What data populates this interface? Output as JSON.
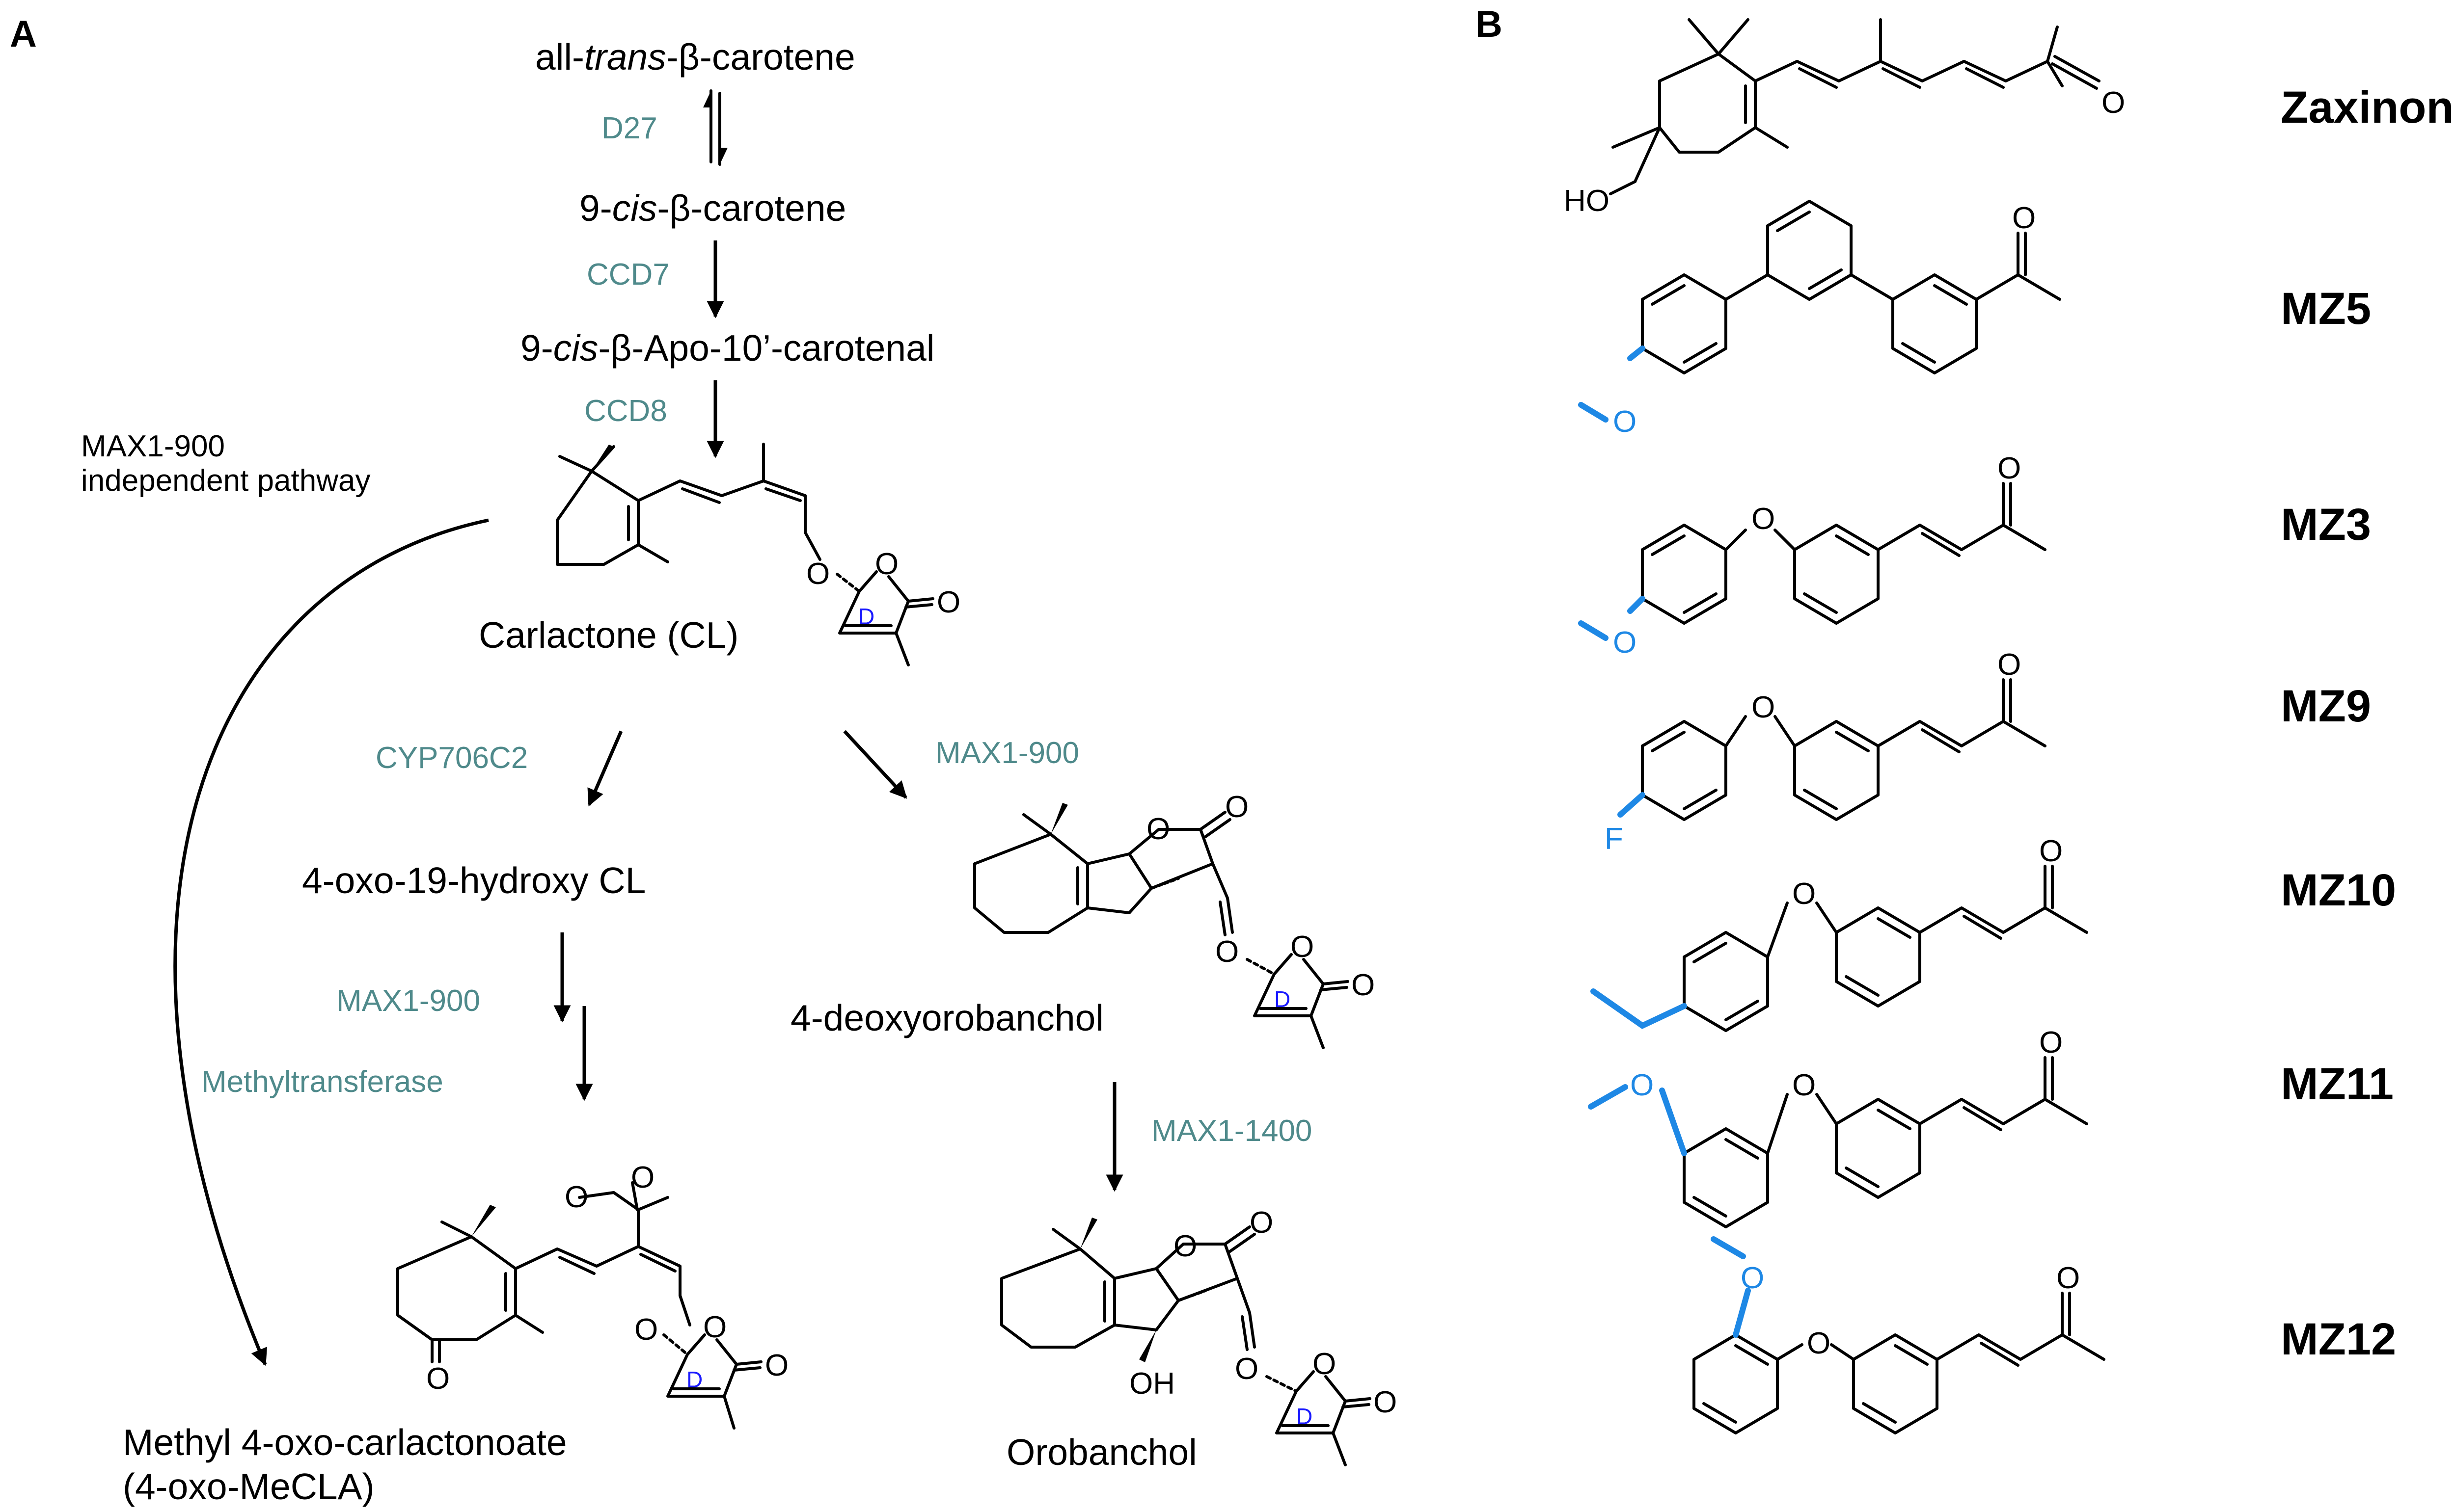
{
  "panels": {
    "a": "A",
    "b": "B"
  },
  "pathway": {
    "compounds": {
      "all_trans_pre": "all-",
      "all_trans_it": "trans",
      "all_trans_post": "-β-carotene",
      "cis_pre": "9-",
      "cis_it": "cis",
      "cis_post": "-β-carotene",
      "apo_pre": "9-",
      "apo_it": "cis",
      "apo_post": "-β-Apo-10’-carotenal",
      "carlactone": "Carlactone (CL)",
      "oxo_hydroxy": "4-oxo-19-hydroxy CL",
      "deoxyorobanchol": "4-deoxyorobanchol",
      "methyl_oxo_1": "Methyl 4-oxo-carlactonoate",
      "methyl_oxo_2": "(4-oxo-MeCLA)",
      "orobanchol": "Orobanchol"
    },
    "enzymes": {
      "d27": "D27",
      "ccd7": "CCD7",
      "ccd8": "CCD8",
      "cyp": "CYP706C2",
      "max1_900_a": "MAX1-900",
      "max1_900_b": "MAX1-900",
      "methyltransferase": "Methyltransferase",
      "max1_1400": "MAX1-1400"
    },
    "side_pathway": {
      "line1": "MAX1-900",
      "line2": "independent pathway"
    },
    "atoms": {
      "O": "O",
      "OH": "OH",
      "D": "D"
    }
  },
  "analogs": {
    "names": [
      "Zaxinone",
      "MZ5",
      "MZ3",
      "MZ9",
      "MZ10",
      "MZ11",
      "MZ12"
    ],
    "atoms": {
      "HO": "HO",
      "O": "O",
      "F": "F"
    }
  },
  "colors": {
    "enzyme_text": "#4f8a8b",
    "highlight_bond": "#1e88e5",
    "ring_label": "#1a1aff"
  }
}
